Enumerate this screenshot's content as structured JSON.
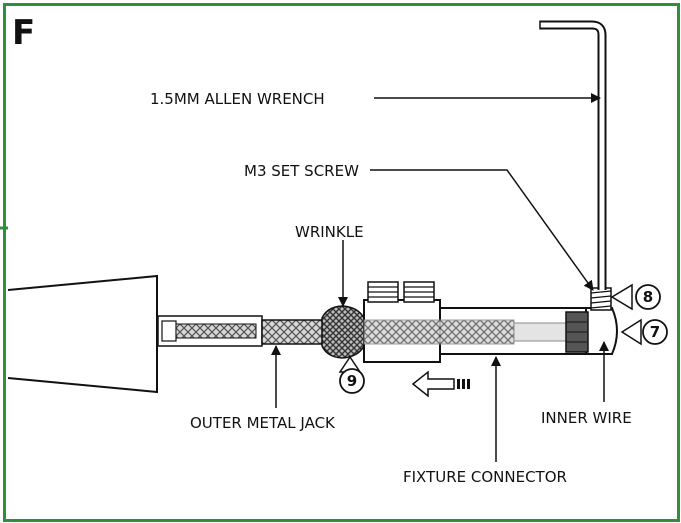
{
  "panel_letter": "F",
  "labels": {
    "allen_wrench": "1.5MM ALLEN WRENCH",
    "set_screw": "M3 SET SCREW",
    "wrinkle": "WRINKLE",
    "outer_jack": "OUTER METAL JACK",
    "inner_wire": "INNER WIRE",
    "fixture_connector": "FIXTURE CONNECTOR"
  },
  "callouts": {
    "step_7": "7",
    "step_8": "8",
    "step_9": "9"
  },
  "colors": {
    "frame_border": "#2f8f3a",
    "line": "#111111",
    "braid": "#8a8a8a",
    "set_screw": "#555555"
  }
}
